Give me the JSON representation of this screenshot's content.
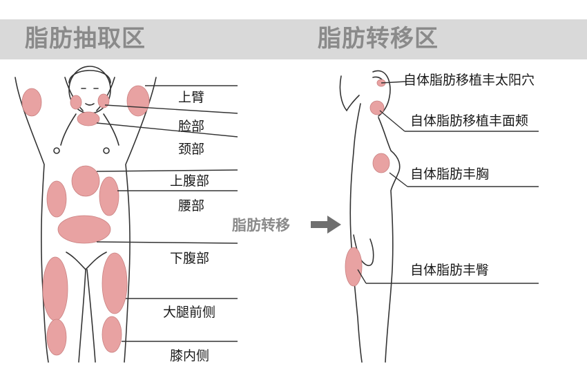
{
  "headers": {
    "left": "脂肪抽取区",
    "right": "脂肪转移区"
  },
  "colors": {
    "zone": "#e8a2a2",
    "outline": "#333333",
    "header_band": "#d9d9d9",
    "header_text": "#8a8a8a",
    "arrow": "#6f6f6f"
  },
  "extraction_zones": [
    "上臂",
    "脸部",
    "颈部",
    "上腹部",
    "腰部",
    "下腹部",
    "大腿前侧",
    "膝内侧"
  ],
  "transfer_arrow": {
    "label": "脂肪转移",
    "icon": "right-arrow-icon"
  },
  "transfer_zones": [
    "自体脂肪移植丰太阳穴",
    "自体脂肪移植丰面颊",
    "自体脂肪丰胸",
    "自体脂肪丰臀"
  ]
}
